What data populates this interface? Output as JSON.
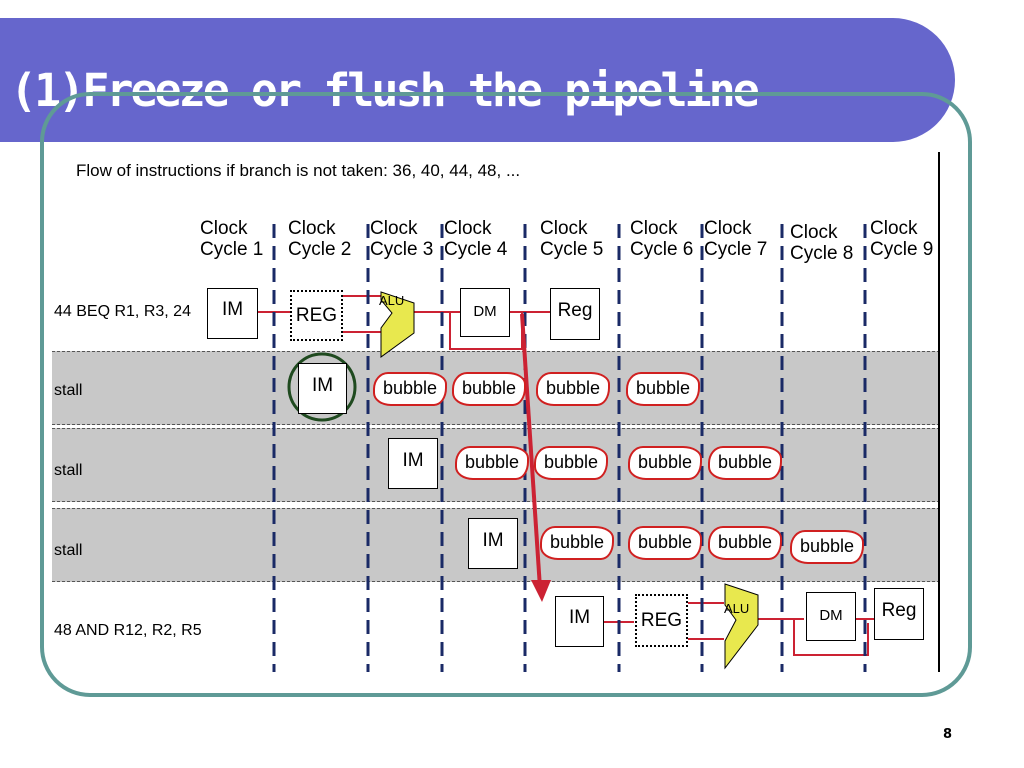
{
  "slide": {
    "title": "(1)Freeze or flush the pipeline",
    "page_number": "8"
  },
  "figure": {
    "caption": "Flow of instructions if branch is not taken: 36, 40, 44, 48, ...",
    "clock_cycles": [
      [
        "Clock",
        "Cycle 1"
      ],
      [
        "Clock",
        "Cycle 2"
      ],
      [
        "Clock",
        "Cycle 3"
      ],
      [
        "Clock",
        "Cycle 4"
      ],
      [
        "Clock",
        "Cycle 5"
      ],
      [
        "Clock",
        "Cycle 6"
      ],
      [
        "Clock",
        "Cycle 7"
      ],
      [
        "Clock",
        "Cycle 8"
      ],
      [
        "Clock",
        "Cycle 9"
      ]
    ],
    "rows": [
      {
        "label": "44 BEQ R1, R3, 24"
      },
      {
        "label": "stall"
      },
      {
        "label": "stall"
      },
      {
        "label": "stall"
      },
      {
        "label": "48 AND  R12, R2, R5"
      }
    ],
    "stages": {
      "im": "IM",
      "reg": "REG",
      "alu": "ALU",
      "dm": "DM",
      "reg_write": "Reg"
    },
    "bubble_label": "bubble",
    "colors": {
      "title_bg": "#6666cc",
      "frame": "#5f9a96",
      "stall_row": "#c8c8c8",
      "alu": "#e8e84e",
      "pipe_line": "#cc2233",
      "highlight_circle": "#1f4a1f"
    }
  }
}
